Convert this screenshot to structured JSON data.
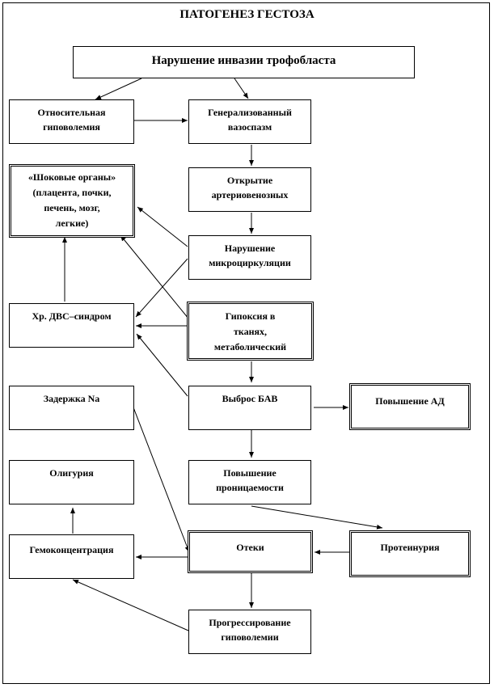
{
  "title": "ПАТОГЕНЕЗ ГЕСТОЗА",
  "nodes": {
    "trophoblast": "Нарушение инвазии трофобласта",
    "hypovolemia": [
      "Относительная",
      "гиповолемия"
    ],
    "vasospasm": [
      "Генерализованный",
      "вазоспазм"
    ],
    "shunts": [
      "Открытие",
      "артериовенозных"
    ],
    "microcirculation": [
      "Нарушение",
      "микроциркуляции"
    ],
    "shock_organs": [
      "«Шоковые органы»",
      "(плацента, почки,",
      "печень, мозг,",
      "легкие)"
    ],
    "dic": "Хр. ДВС–синдром",
    "hypoxia": [
      "Гипоксия в",
      "тканях,",
      "метаболический"
    ],
    "sodium": "Задержка Na",
    "bav": "Выброс БАВ",
    "bp": "Повышение АД",
    "oliguria": "Олигурия",
    "permeability": [
      "Повышение",
      "проницаемости"
    ],
    "hemoconcentration": "Гемоконцентрация",
    "edema": "Отеки",
    "proteinuria": "Протеинурия",
    "progression": [
      "Прогрессирование",
      "гиповолемии"
    ]
  }
}
